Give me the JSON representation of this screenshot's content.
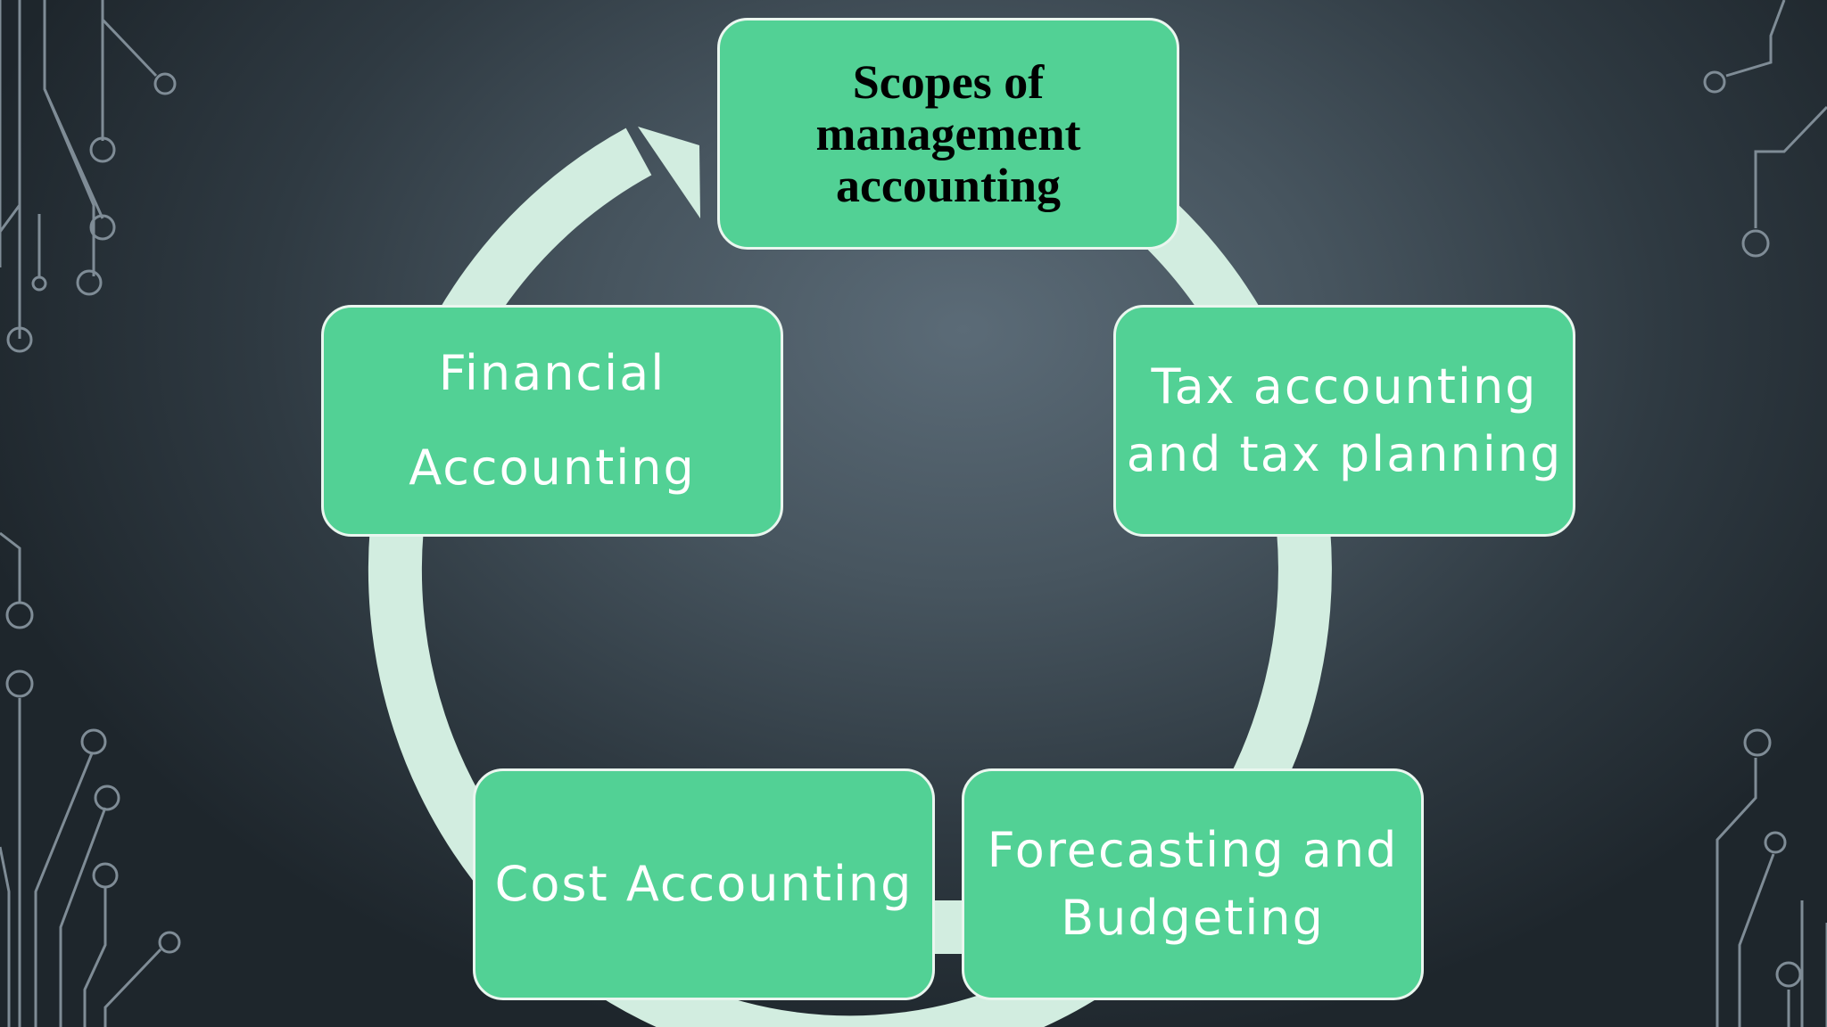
{
  "slide": {
    "nodes": {
      "scopes": {
        "label": "Scopes of\nmanagement\naccounting"
      },
      "tax": {
        "label": "Tax accounting\nand tax planning"
      },
      "forecasting": {
        "label": "Forecasting and\nBudgeting"
      },
      "cost": {
        "label": "Cost Accounting"
      },
      "financial": {
        "label": "Financial\nAccounting"
      }
    },
    "colors": {
      "node_fill": "#52d195",
      "node_border": "#eaf6ef",
      "cycle_ring": "#d2ede0",
      "circuit_lines": "#7f8c96",
      "background": "#3e4a53"
    },
    "icons": {
      "decoration": "circuit-board-lines",
      "cycle": "cycle-arrow"
    }
  }
}
